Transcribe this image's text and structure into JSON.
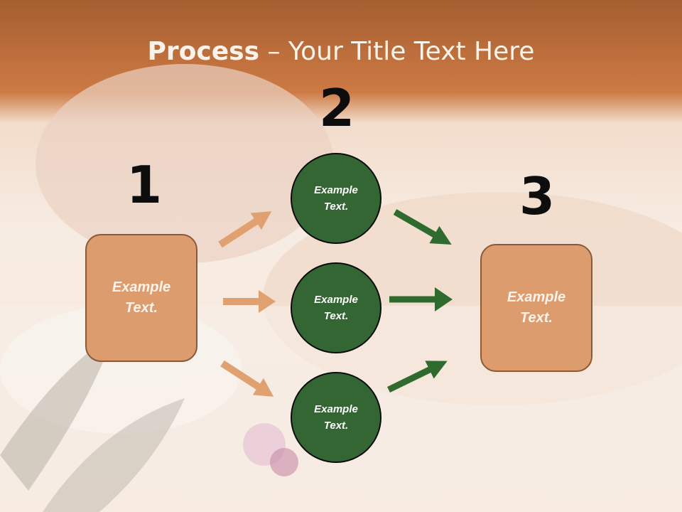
{
  "slide": {
    "title_bold": "Process",
    "title_rest": " – Your Title Text Here"
  },
  "steps": {
    "one": {
      "number": "1",
      "box_line1": "Example",
      "box_line2": "Text."
    },
    "two": {
      "number": "2",
      "circles": [
        {
          "line1": "Example",
          "line2": "Text."
        },
        {
          "line1": "Example",
          "line2": "Text."
        },
        {
          "line1": "Example",
          "line2": "Text."
        }
      ]
    },
    "three": {
      "number": "3",
      "box_line1": "Example",
      "box_line2": "Text."
    }
  },
  "colors": {
    "header_band": "#c8733c",
    "box_fill": "#dc9c6e",
    "circle_fill": "#336633",
    "orange_arrow": "#e0a070",
    "green_arrow": "#2f6b2f"
  }
}
